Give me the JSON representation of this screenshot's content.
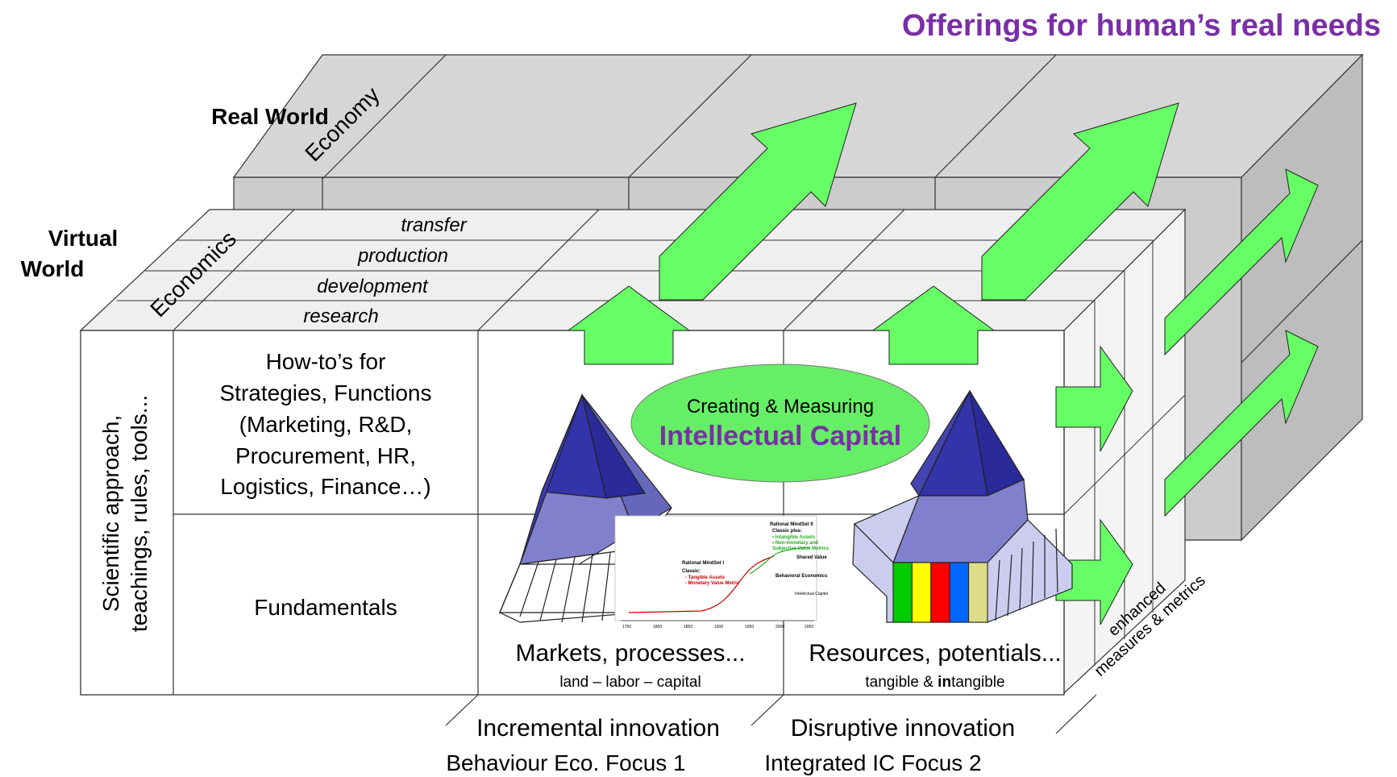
{
  "title": "Offerings for human’s real needs",
  "levels": {
    "real_world": "Real World",
    "virtual_world_line1": "Virtual",
    "virtual_world_line2": "World",
    "economy": "Economy",
    "economics": "Economics"
  },
  "stages": [
    "transfer",
    "production",
    "development",
    "research"
  ],
  "side_label": {
    "line1": "Scientific approach,",
    "line2": "teachings, rules, tools..."
  },
  "howto": [
    "How-to’s for",
    "Strategies, Functions",
    "(Marketing, R&D,",
    "Procurement, HR,",
    "Logistics, Finance…)"
  ],
  "fundamentals": "Fundamentals",
  "center_ellipse": {
    "line1": "Creating & Measuring",
    "line2": "Intellectual Capital"
  },
  "columns": {
    "markets_title": "Markets, processes...",
    "markets_sub": "land – labor – capital",
    "resources_title": "Resources, potentials...",
    "resources_sub_pre": "tangible & ",
    "resources_sub_bold": "in",
    "resources_sub_post": "tangible"
  },
  "right_face": {
    "line1": "enhanced",
    "line2": "measures & metrics"
  },
  "bottom": {
    "incremental": "Incremental innovation",
    "disruptive": "Disruptive innovation",
    "focus1": "Behaviour Eco.  Focus 1",
    "focus2": "Integrated IC Focus 2"
  },
  "mini_chart": {
    "rational1": "Rational MindSet I",
    "classic": "Classic:",
    "tangible": "- Tangible Assets",
    "monetary": "- Monetary Value Metric",
    "rational2": "Rational MindSet II",
    "classic_plus": "Classic plus:",
    "intangible": "• Intangible Assets",
    "non_monetary": "• Non-monetary and",
    "subjective": "  Subjective Value Metrics",
    "shared": "Shared Value",
    "behavioral": "Behavioral Economics",
    "intellectual": "Intellectual Capital",
    "x_ticks": [
      "1750",
      "1800",
      "1850",
      "1900",
      "1950",
      "2000",
      "2050"
    ]
  },
  "colors": {
    "arrow_green": "#66ff66",
    "ellipse_green": "#66ee66",
    "title_purple": "#7a2fa6",
    "pyramid_dark": "#3333aa",
    "pyramid_mid": "#8080cc",
    "pyramid_light": "#ccccee",
    "box_gray": "#cccccc",
    "box_light": "#eeeeee"
  },
  "resource_stripes": [
    "#00cc00",
    "#ffff00",
    "#ff0000",
    "#0066ff",
    "#dddd88"
  ]
}
